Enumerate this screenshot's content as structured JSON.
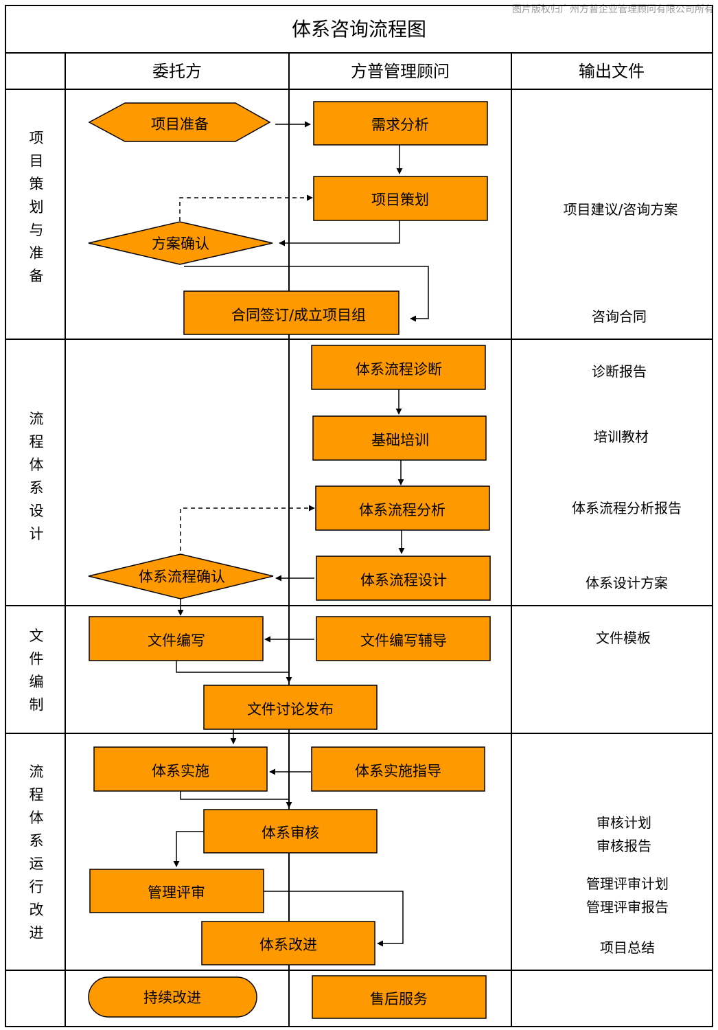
{
  "watermark": "图片版权归广州方普企业管理顾问有限公司所有",
  "title": "体系咨询流程图",
  "columns": {
    "client": "委托方",
    "consultant": "方普管理顾问",
    "output": "输出文件"
  },
  "phases": [
    {
      "id": "p1",
      "label": "项目策划与准备"
    },
    {
      "id": "p2",
      "label": "流程体系设计"
    },
    {
      "id": "p3",
      "label": "文件编制"
    },
    {
      "id": "p4",
      "label": "流程体系运行改进"
    }
  ],
  "nodes": {
    "project_prep": "项目准备",
    "requirement_analysis": "需求分析",
    "project_planning": "项目策划",
    "plan_confirm": "方案确认",
    "contract_sign": "合同签订/成立项目组",
    "system_diagnosis": "体系流程诊断",
    "basic_training": "基础培训",
    "system_analysis": "体系流程分析",
    "system_design": "体系流程设计",
    "system_confirm": "体系流程确认",
    "doc_writing": "文件编写",
    "doc_writing_guide": "文件编写辅导",
    "doc_release": "文件讨论发布",
    "implementation": "体系实施",
    "implementation_guide": "体系实施指导",
    "system_audit": "体系审核",
    "management_review": "管理评审",
    "system_improve": "体系改进",
    "continuous_improve": "持续改进",
    "after_sales": "售后服务"
  },
  "outputs": {
    "proposal": "项目建议/咨询方案",
    "contract": "咨询合同",
    "diagnosis_report": "诊断报告",
    "training_material": "培训教材",
    "analysis_report": "体系流程分析报告",
    "design_plan": "体系设计方案",
    "doc_template": "文件模板",
    "audit_plan": "审核计划",
    "audit_report": "审核报告",
    "review_plan": "管理评审计划",
    "review_report": "管理评审报告",
    "project_summary": "项目总结"
  },
  "colors": {
    "node_fill": "#FF9900",
    "line": "#000000"
  }
}
